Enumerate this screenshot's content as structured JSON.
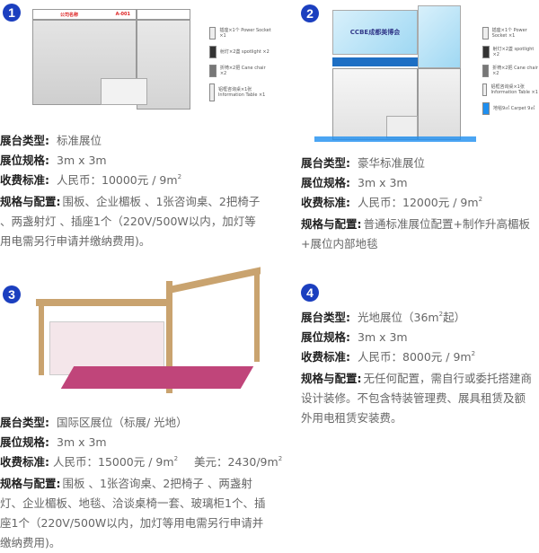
{
  "booths": [
    {
      "number": "1",
      "header_left": "公司名称",
      "header_right": "A-001",
      "type_label": "展台类型:",
      "type": "标准展位",
      "spec_label": "展位规格:",
      "spec": "3m x 3m",
      "price_label": "收费标准:",
      "price": "人民币：10000元 / 9m",
      "price_sup": "2",
      "config_label": "规格与配置:",
      "config": "围板、企业楣板 、1张咨询桌、2把椅子 、两盏射灯 、插座1个（220V/500W以内，加灯等用电需另行申请并缴纳费用)。",
      "legend": [
        "插座×1个 Power Socket ×1",
        "射灯×2盏 spotlight ×2",
        "折椅×2把 Cane chair ×2",
        "铝框咨询桌×1张 Information Table ×1"
      ]
    },
    {
      "number": "2",
      "banner": "CCBE成都美博会",
      "type_label": "展台类型:",
      "type": "豪华标准展位",
      "spec_label": "展位规格:",
      "spec": "3m x 3m",
      "price_label": "收费标准:",
      "price": "人民币：12000元 / 9m",
      "price_sup": "2",
      "config_label": "规格与配置:",
      "config": "普通标准展位配置+制作升高楣板+展位内部地毯",
      "legend": [
        "插座×1个 Power Socket ×1",
        "射灯×2盏 spotlight ×2",
        "折椅×2把 Cane chair ×2",
        "铝框咨询桌×1张 Information Table ×1",
        "地毯9㎡ Carpet 9㎡"
      ]
    },
    {
      "number": "3",
      "type_label": "展台类型:",
      "type": "国际区展位（标展/ 光地）",
      "spec_label": "展位规格:",
      "spec": "3m x 3m",
      "price_label": "收费标准:",
      "price": "人民币：15000元 / 9m",
      "price_sup": "2",
      "price_usd": "美元：2430/9m",
      "price_usd_sup": "2",
      "config_label": "规格与配置:",
      "config": "围板 、1张咨询桌、2把椅子 、两盏射灯、企业楣板、地毯、洽谈桌椅一套、玻璃柜1个、插座1个（220V/500W以内，加灯等用电需另行申请并缴纳费用)。"
    },
    {
      "number": "4",
      "type_label": "展台类型:",
      "type": "光地展位（36m",
      "type_sup": "2",
      "type_tail": "起）",
      "spec_label": "展位规格:",
      "spec": "3m x 3m",
      "price_label": "收费标准:",
      "price": "人民币：8000元 / 9m",
      "price_sup": "2",
      "config_label": "规格与配置:",
      "config": "无任何配置，需自行或委托搭建商设计装修。不包含特装管理费、展具租赁及额外用电租赁安装费。"
    }
  ],
  "colors": {
    "badge": "#1b3fbf",
    "label": "#222222",
    "value": "#666666"
  }
}
